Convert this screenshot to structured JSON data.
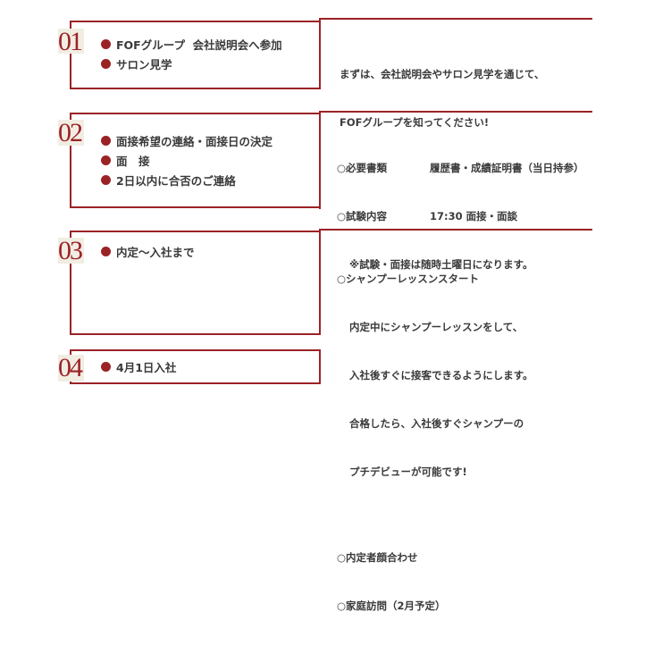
{
  "colors": {
    "accent": "#9b2226",
    "badge_bg": "#f2ede3",
    "text": "#3a3a3a"
  },
  "steps": [
    {
      "number": "01",
      "items": [
        "FOFグループ  会社説明会へ参加",
        "サロン見学"
      ],
      "note_lines": [
        "まずは、会社説明会やサロン見学を通じて、",
        "FOFグループを知ってください!"
      ]
    },
    {
      "number": "02",
      "items": [
        "面接希望の連絡・面接日の決定",
        "面　接",
        "2日以内に合否のご連絡"
      ],
      "note": {
        "rows": [
          {
            "label": "○必要書類",
            "value": "履歴書・成績証明書（当日持参）"
          },
          {
            "label": "○試験内容",
            "value": "17:30 面接・面談"
          }
        ],
        "footnote": "※試験・面接は随時土曜日になります。"
      }
    },
    {
      "number": "03",
      "items": [
        "内定〜入社まで"
      ],
      "note": {
        "heading": "○シャンプーレッスンスタート",
        "lines": [
          "内定中にシャンプーレッスンをして、",
          "入社後すぐに接客できるようにします。",
          "合格したら、入社後すぐシャンプーの",
          "プチデビューが可能です!"
        ],
        "extra": [
          "○内定者顔合わせ",
          "○家庭訪問（2月予定）"
        ]
      }
    },
    {
      "number": "04",
      "items": [
        "4月1日入社"
      ]
    }
  ]
}
